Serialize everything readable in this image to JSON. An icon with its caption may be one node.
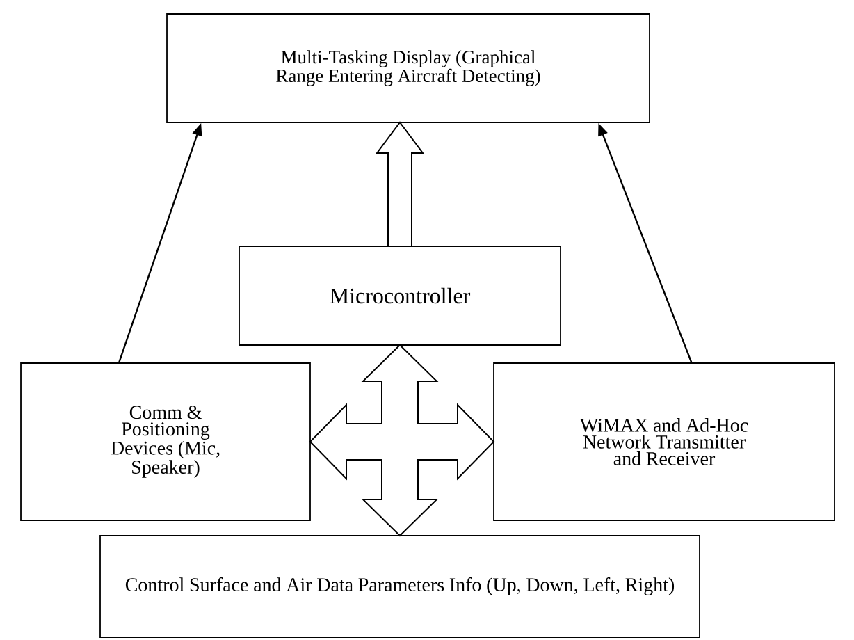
{
  "diagram": {
    "nodes": [
      {
        "text": [
          "Multi-Tasking Display (Graphical Range Entering Aircraft Detecting)"
        ]
      },
      {
        "text": [
          "Microcontroller"
        ]
      },
      {
        "text": [
          "Comm & Positioning Devices (Mic, Speaker)"
        ]
      },
      {
        "text": [
          "WiMAX and Ad-Hoc Network Transmitter and Receiver"
        ]
      },
      {
        "text": [
          "Control Surface and Air Data Parameters Info (Up, Down, Left, Right)"
        ]
      }
    ],
    "edges": [
      {
        "from": 2,
        "to": 0,
        "arrow": "to"
      },
      {
        "from": 3,
        "to": 0,
        "arrow": "to"
      },
      {
        "from": 1,
        "to": 0,
        "arrow": "to",
        "style": "thick"
      },
      {
        "from": 2,
        "to": 3,
        "arrow": "both",
        "style": "thick"
      },
      {
        "from": 1,
        "to": 4,
        "arrow": "both",
        "style": "thick"
      }
    ]
  }
}
